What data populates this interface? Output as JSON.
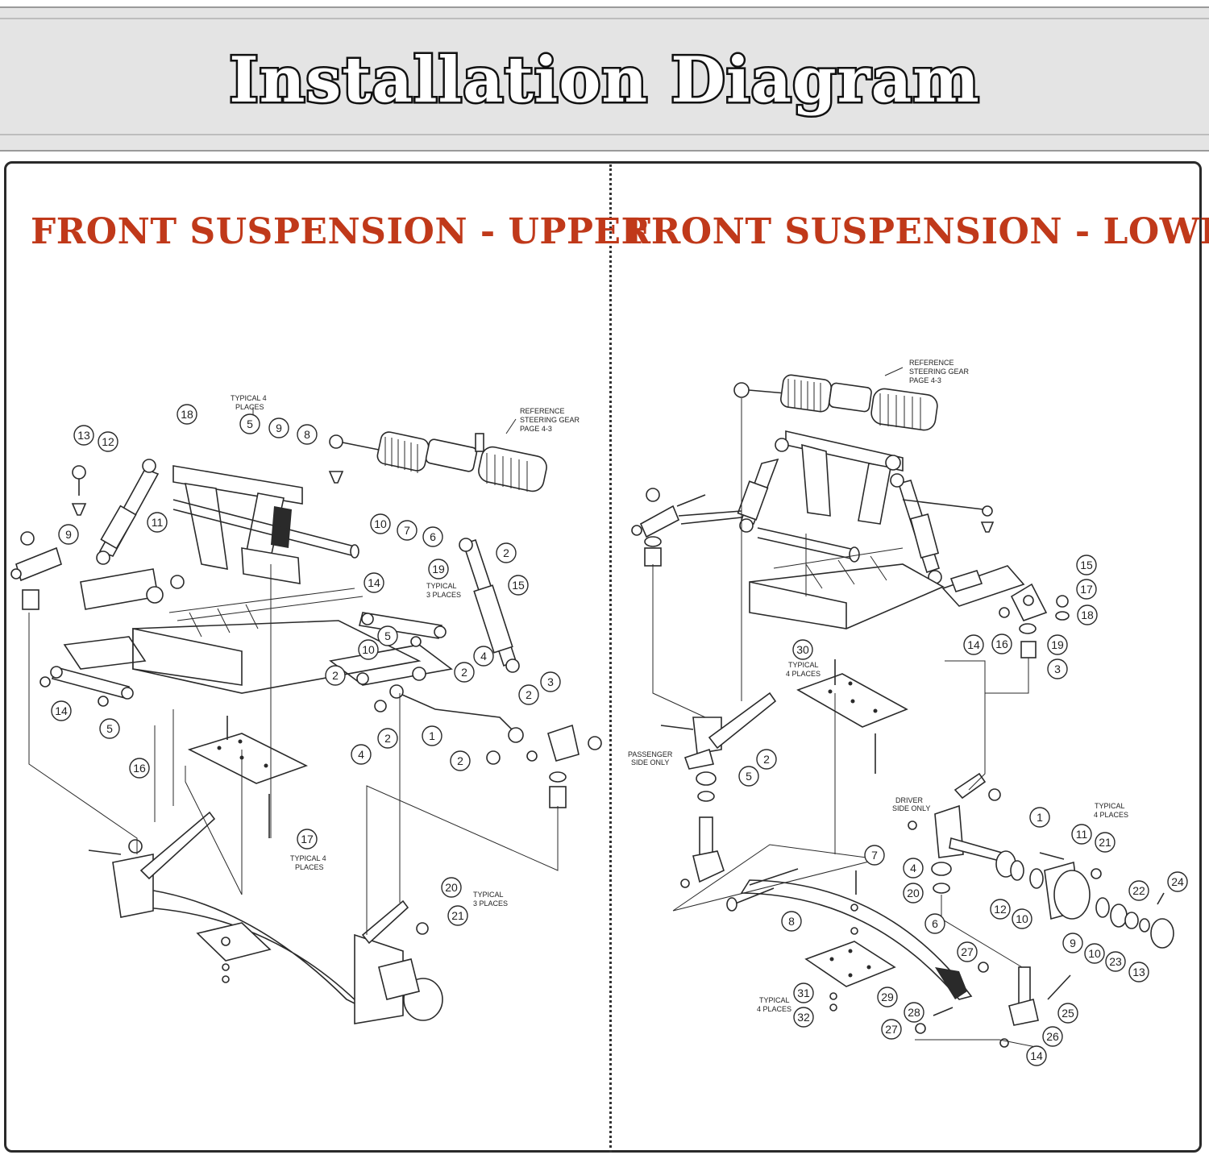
{
  "title": "Installation Diagram",
  "headings": {
    "upper": "FRONT SUSPENSION - UPPER",
    "lower": "FRONT SUSPENSION - LOWER"
  },
  "upper_notes": {
    "typical4_top": [
      "TYPICAL 4",
      "PLACES"
    ],
    "reference": [
      "REFERENCE",
      "STEERING GEAR",
      "PAGE 4-3"
    ],
    "typical3": [
      "TYPICAL",
      "3 PLACES"
    ],
    "typical4_bottom": [
      "TYPICAL 4",
      "PLACES"
    ],
    "typical3_bottom": [
      "TYPICAL",
      "3 PLACES"
    ]
  },
  "lower_notes": {
    "reference": [
      "REFERENCE",
      "STEERING GEAR",
      "PAGE 4-3"
    ],
    "typical4_plate": [
      "TYPICAL",
      "4 PLACES"
    ],
    "passenger": [
      "PASSENGER",
      "SIDE ONLY"
    ],
    "driver": [
      "DRIVER",
      "SIDE ONLY"
    ],
    "typical4_hub": [
      "TYPICAL",
      "4 PLACES"
    ],
    "typical4_bottom": [
      "TYPICAL",
      "4 PLACES"
    ]
  },
  "upper_callouts": [
    "18",
    "5",
    "9",
    "8",
    "13",
    "12",
    "11",
    "9",
    "10",
    "7",
    "6",
    "2",
    "19",
    "14",
    "15",
    "10",
    "5",
    "2",
    "2",
    "4",
    "14",
    "5",
    "1",
    "2",
    "3",
    "2",
    "4",
    "2",
    "16",
    "17",
    "20",
    "21"
  ],
  "lower_callouts": [
    "15",
    "17",
    "18",
    "14",
    "16",
    "19",
    "3",
    "30",
    "2",
    "5",
    "1",
    "11",
    "21",
    "24",
    "22",
    "4",
    "20",
    "12",
    "10",
    "9",
    "10",
    "23",
    "13",
    "7",
    "8",
    "6",
    "27",
    "29",
    "31",
    "32",
    "28",
    "27",
    "25",
    "26",
    "14"
  ]
}
